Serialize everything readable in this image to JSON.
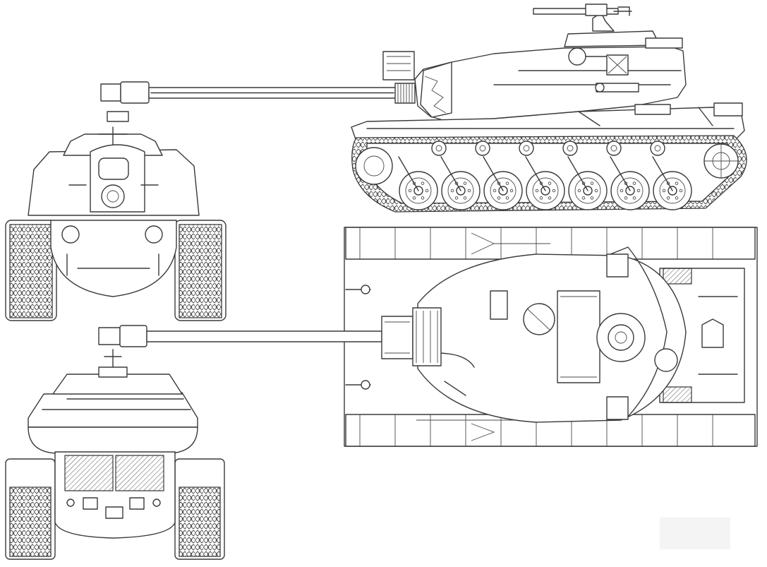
{
  "drawing": {
    "views": [
      {
        "id": "side",
        "icon": "tank-side-view-icon"
      },
      {
        "id": "top",
        "icon": "tank-top-view-icon"
      },
      {
        "id": "front",
        "icon": "tank-front-view-icon"
      },
      {
        "id": "rear",
        "icon": "tank-rear-view-icon"
      }
    ],
    "line_color": "#3a3a3a",
    "background": "#ffffff",
    "road_wheels_per_side": 7,
    "return_rollers_per_side": 6
  }
}
